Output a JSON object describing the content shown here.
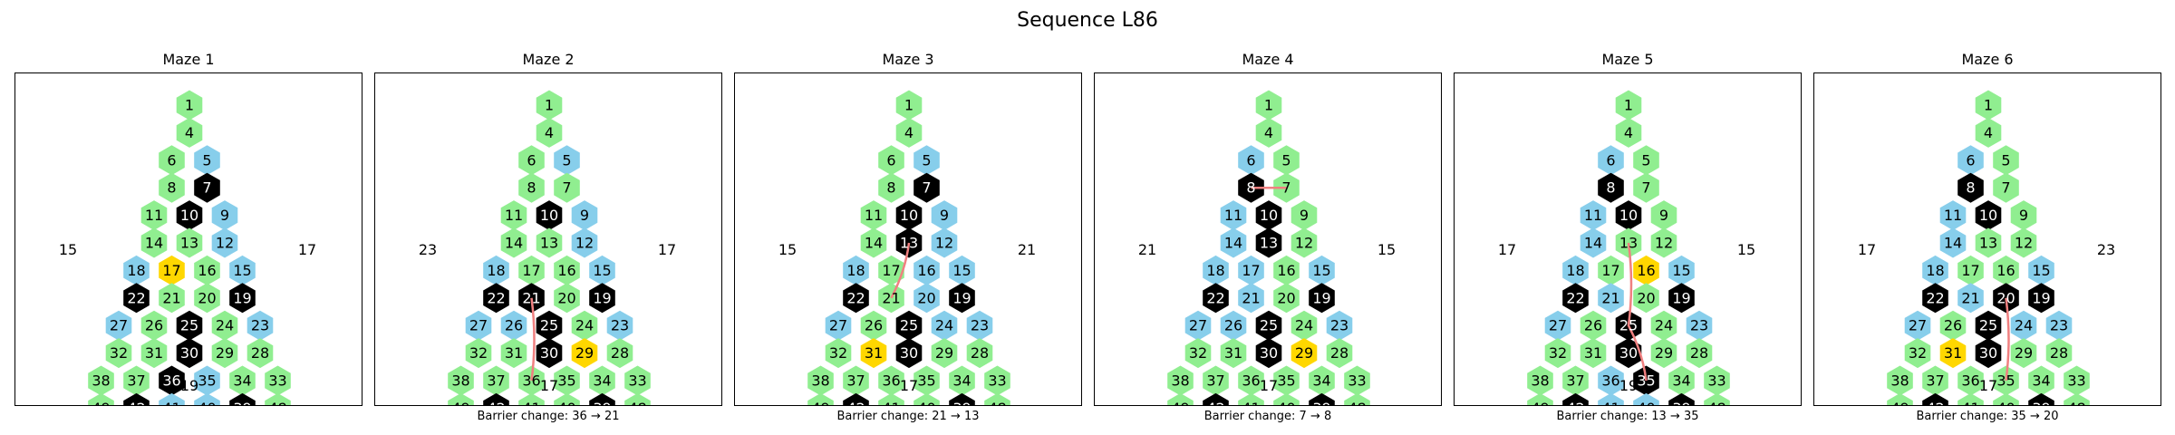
{
  "title": "Sequence L86",
  "colors": {
    "green": "#90ee90",
    "blue": "#87ceeb",
    "black": "#000000",
    "gold": "#ffd700",
    "path": "#f08080"
  },
  "mazes": [
    {
      "title": "Maze 1",
      "caption": "",
      "left_value": "15",
      "right_value": "17",
      "bottom_value": "19",
      "cells": {
        "1": "g",
        "2": "g",
        "3": "g",
        "4": "g",
        "5": "b",
        "6": "g",
        "7": "k",
        "8": "g",
        "9": "b",
        "10": "k",
        "11": "g",
        "12": "b",
        "13": "g",
        "14": "g",
        "15": "b",
        "16": "g",
        "17": "y",
        "18": "b",
        "19": "k",
        "20": "g",
        "21": "g",
        "22": "k",
        "23": "b",
        "24": "g",
        "25": "k",
        "26": "g",
        "27": "b",
        "28": "g",
        "29": "g",
        "30": "k",
        "31": "g",
        "32": "g",
        "33": "g",
        "34": "g",
        "35": "b",
        "36": "k",
        "37": "g",
        "38": "g",
        "39": "k",
        "40": "b",
        "41": "b",
        "42": "k",
        "43": "b",
        "44": "b",
        "45": "b",
        "46": "b",
        "47": "b",
        "48": "g",
        "49": "g"
      },
      "path": []
    },
    {
      "title": "Maze 2",
      "caption": "Barrier change: 36 → 21",
      "left_value": "23",
      "right_value": "17",
      "bottom_value": "17",
      "cells": {
        "1": "g",
        "2": "g",
        "3": "g",
        "4": "g",
        "5": "b",
        "6": "g",
        "7": "g",
        "8": "g",
        "9": "b",
        "10": "k",
        "11": "g",
        "12": "b",
        "13": "g",
        "14": "g",
        "15": "b",
        "16": "g",
        "17": "g",
        "18": "b",
        "19": "k",
        "20": "g",
        "21": "k",
        "22": "k",
        "23": "b",
        "24": "g",
        "25": "k",
        "26": "b",
        "27": "b",
        "28": "g",
        "29": "y",
        "30": "k",
        "31": "g",
        "32": "g",
        "33": "g",
        "34": "g",
        "35": "g",
        "36": "g",
        "37": "g",
        "38": "g",
        "39": "k",
        "40": "g",
        "41": "g",
        "42": "k",
        "43": "b",
        "44": "b",
        "45": "g",
        "46": "b",
        "47": "b",
        "48": "g",
        "49": "g"
      },
      "path": [
        "21",
        "36"
      ]
    },
    {
      "title": "Maze 3",
      "caption": "Barrier change: 21 → 13",
      "left_value": "15",
      "right_value": "21",
      "bottom_value": "17",
      "cells": {
        "1": "g",
        "2": "g",
        "3": "g",
        "4": "g",
        "5": "b",
        "6": "g",
        "7": "k",
        "8": "g",
        "9": "b",
        "10": "k",
        "11": "g",
        "12": "b",
        "13": "k",
        "14": "g",
        "15": "b",
        "16": "b",
        "17": "g",
        "18": "b",
        "19": "k",
        "20": "b",
        "21": "g",
        "22": "k",
        "23": "b",
        "24": "b",
        "25": "k",
        "26": "g",
        "27": "b",
        "28": "g",
        "29": "g",
        "30": "k",
        "31": "y",
        "32": "g",
        "33": "g",
        "34": "g",
        "35": "g",
        "36": "g",
        "37": "g",
        "38": "g",
        "39": "k",
        "40": "g",
        "41": "g",
        "42": "k",
        "43": "b",
        "44": "b",
        "45": "g",
        "46": "b",
        "47": "b",
        "48": "g",
        "49": "g"
      },
      "path": [
        "13",
        "21"
      ]
    },
    {
      "title": "Maze 4",
      "caption": "Barrier change: 7 → 8",
      "left_value": "21",
      "right_value": "15",
      "bottom_value": "17",
      "cells": {
        "1": "g",
        "2": "g",
        "3": "g",
        "4": "g",
        "5": "g",
        "6": "b",
        "7": "g",
        "8": "k",
        "9": "g",
        "10": "k",
        "11": "b",
        "12": "g",
        "13": "k",
        "14": "b",
        "15": "b",
        "16": "g",
        "17": "b",
        "18": "b",
        "19": "k",
        "20": "g",
        "21": "b",
        "22": "k",
        "23": "b",
        "24": "g",
        "25": "k",
        "26": "b",
        "27": "b",
        "28": "g",
        "29": "y",
        "30": "k",
        "31": "g",
        "32": "g",
        "33": "g",
        "34": "g",
        "35": "g",
        "36": "g",
        "37": "g",
        "38": "g",
        "39": "k",
        "40": "g",
        "41": "g",
        "42": "k",
        "43": "b",
        "44": "b",
        "45": "g",
        "46": "b",
        "47": "b",
        "48": "g",
        "49": "g"
      },
      "path": [
        "8",
        "7"
      ]
    },
    {
      "title": "Maze 5",
      "caption": "Barrier change: 13 → 35",
      "left_value": "17",
      "right_value": "15",
      "bottom_value": "19",
      "cells": {
        "1": "g",
        "2": "g",
        "3": "g",
        "4": "g",
        "5": "g",
        "6": "b",
        "7": "g",
        "8": "k",
        "9": "g",
        "10": "k",
        "11": "b",
        "12": "g",
        "13": "g",
        "14": "b",
        "15": "b",
        "16": "y",
        "17": "g",
        "18": "b",
        "19": "k",
        "20": "g",
        "21": "b",
        "22": "k",
        "23": "b",
        "24": "g",
        "25": "k",
        "26": "g",
        "27": "b",
        "28": "g",
        "29": "g",
        "30": "k",
        "31": "g",
        "32": "g",
        "33": "g",
        "34": "g",
        "35": "k",
        "36": "b",
        "37": "g",
        "38": "g",
        "39": "k",
        "40": "b",
        "41": "b",
        "42": "k",
        "43": "b",
        "44": "b",
        "45": "b",
        "46": "b",
        "47": "b",
        "48": "g",
        "49": "g"
      },
      "path": [
        "13",
        "25",
        "35"
      ]
    },
    {
      "title": "Maze 6",
      "caption": "Barrier change: 35 → 20",
      "left_value": "17",
      "right_value": "23",
      "bottom_value": "17",
      "cells": {
        "1": "g",
        "2": "g",
        "3": "g",
        "4": "g",
        "5": "g",
        "6": "b",
        "7": "g",
        "8": "k",
        "9": "g",
        "10": "k",
        "11": "b",
        "12": "g",
        "13": "g",
        "14": "b",
        "15": "b",
        "16": "g",
        "17": "g",
        "18": "b",
        "19": "k",
        "20": "k",
        "21": "b",
        "22": "k",
        "23": "b",
        "24": "b",
        "25": "k",
        "26": "g",
        "27": "b",
        "28": "g",
        "29": "g",
        "30": "k",
        "31": "y",
        "32": "g",
        "33": "g",
        "34": "g",
        "35": "g",
        "36": "g",
        "37": "g",
        "38": "g",
        "39": "k",
        "40": "g",
        "41": "g",
        "42": "k",
        "43": "b",
        "44": "b",
        "45": "g",
        "46": "b",
        "47": "b",
        "48": "g",
        "49": "g"
      },
      "path": [
        "20",
        "35"
      ]
    }
  ]
}
